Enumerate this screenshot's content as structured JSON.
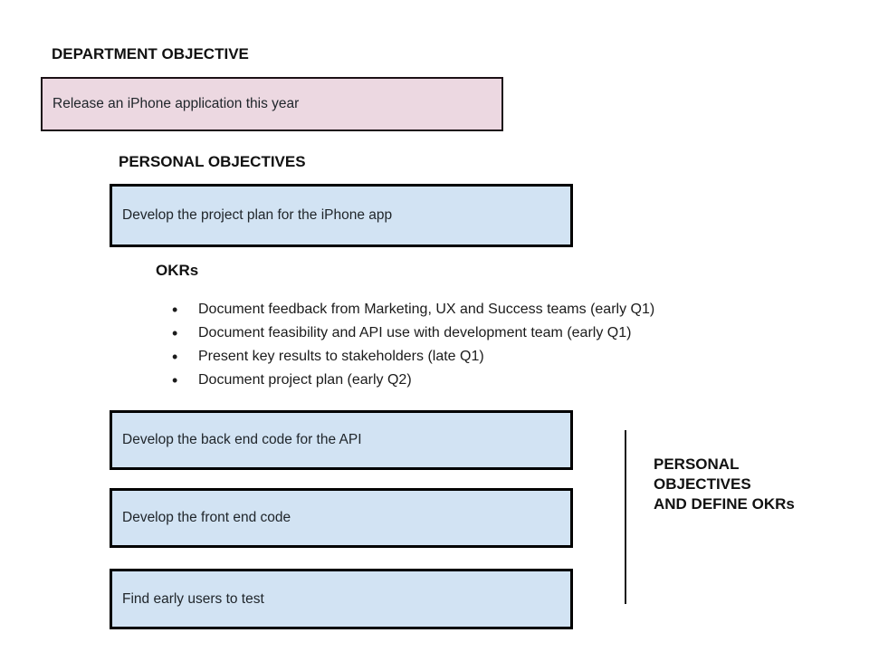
{
  "colors": {
    "background": "#ffffff",
    "department_box_fill": "#ecd8e1",
    "department_box_border": "#1c1116",
    "objective_box_fill": "#d2e3f3",
    "objective_box_border": "#000000",
    "text": "#1b1b1b"
  },
  "department": {
    "heading": "DEPARTMENT OBJECTIVE",
    "box_text": "Release an iPhone application this year"
  },
  "personal": {
    "heading": "PERSONAL OBJECTIVES",
    "box_text": "Develop the project plan for the iPhone app"
  },
  "okrs": {
    "heading": "OKRs",
    "items": [
      "Document feedback from Marketing, UX and Success teams (early Q1)",
      "Document feasibility and API use with development team (early Q1)",
      "Present key results to stakeholders (late Q1)",
      "Document project plan (early Q2)"
    ]
  },
  "objective_boxes": [
    "Develop the back end code for the API",
    "Develop the front end code",
    "Find early users to test"
  ],
  "annotation": {
    "lines": [
      "PERSONAL",
      "OBJECTIVES",
      "AND DEFINE OKRs"
    ]
  }
}
